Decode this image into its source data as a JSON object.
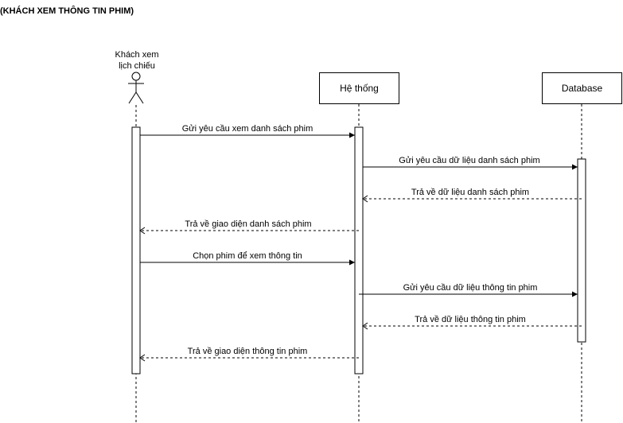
{
  "title": "(KHÁCH XEM THÔNG TIN PHIM)",
  "participants": {
    "actor": {
      "label_line1": "Khách xem",
      "label_line2": "lịch chiếu",
      "icon": "stick-figure-icon"
    },
    "system": {
      "label": "Hệ thống"
    },
    "database": {
      "label": "Database"
    }
  },
  "messages": [
    {
      "label": "Gửi yêu cầu xem danh sách phim",
      "from": "actor",
      "to": "system",
      "style": "solid"
    },
    {
      "label": "Gửi yêu cầu dữ liệu danh sách phim",
      "from": "system",
      "to": "database",
      "style": "solid"
    },
    {
      "label": "Trả về dữ liệu danh sách phim",
      "from": "database",
      "to": "system",
      "style": "dashed"
    },
    {
      "label": "Trả về giao diện danh sách phim",
      "from": "system",
      "to": "actor",
      "style": "dashed"
    },
    {
      "label": "Chọn phim để xem thông tin",
      "from": "actor",
      "to": "system",
      "style": "solid"
    },
    {
      "label": "Gửi yêu cầu dữ liệu thông tin phim",
      "from": "system",
      "to": "database",
      "style": "solid"
    },
    {
      "label": "Trả về dữ liệu thông tin phim",
      "from": "database",
      "to": "system",
      "style": "dashed"
    },
    {
      "label": "Trả về giao diện thông tin phim",
      "from": "system",
      "to": "actor",
      "style": "dashed"
    }
  ]
}
